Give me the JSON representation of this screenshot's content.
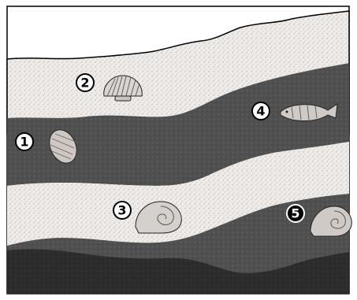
{
  "figure": {
    "colors": {
      "sky": "#ffffff",
      "light_rock": "#ece9e6",
      "dark_rock": "#4e4e4e",
      "darkest_rock": "#2a2a2a",
      "outline": "#000000"
    },
    "fossils": [
      {
        "label": "1",
        "icon": "trilobite-icon"
      },
      {
        "label": "2",
        "icon": "scallop-shell-icon"
      },
      {
        "label": "3",
        "icon": "snail-shell-icon"
      },
      {
        "label": "4",
        "icon": "fish-fossil-icon"
      },
      {
        "label": "5",
        "icon": "snail-shell-icon"
      }
    ]
  }
}
